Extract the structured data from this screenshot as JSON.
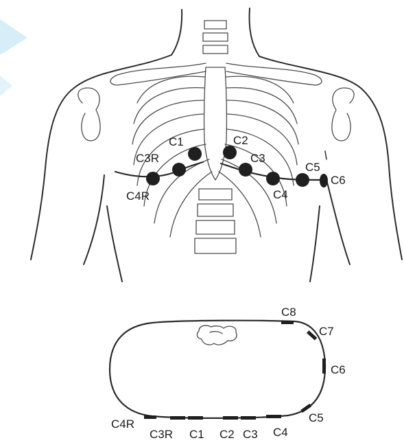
{
  "diagram": {
    "torso_leads": {
      "C1": "C1",
      "C2": "C2",
      "C3": "C3",
      "C3R": "C3R",
      "C4": "C4",
      "C4R": "C4R",
      "C5": "C5",
      "C6": "C6"
    },
    "cross_section_leads": {
      "C4R": "C4R",
      "C3R": "C3R",
      "C1": "C1",
      "C2": "C2",
      "C3": "C3",
      "C4": "C4",
      "C5": "C5",
      "C6": "C6",
      "C7": "C7",
      "C8": "C8"
    }
  },
  "colors": {
    "ink": "#1a1a1a",
    "electrode": "#1f1f1f",
    "accent": "#cfeaf6"
  }
}
